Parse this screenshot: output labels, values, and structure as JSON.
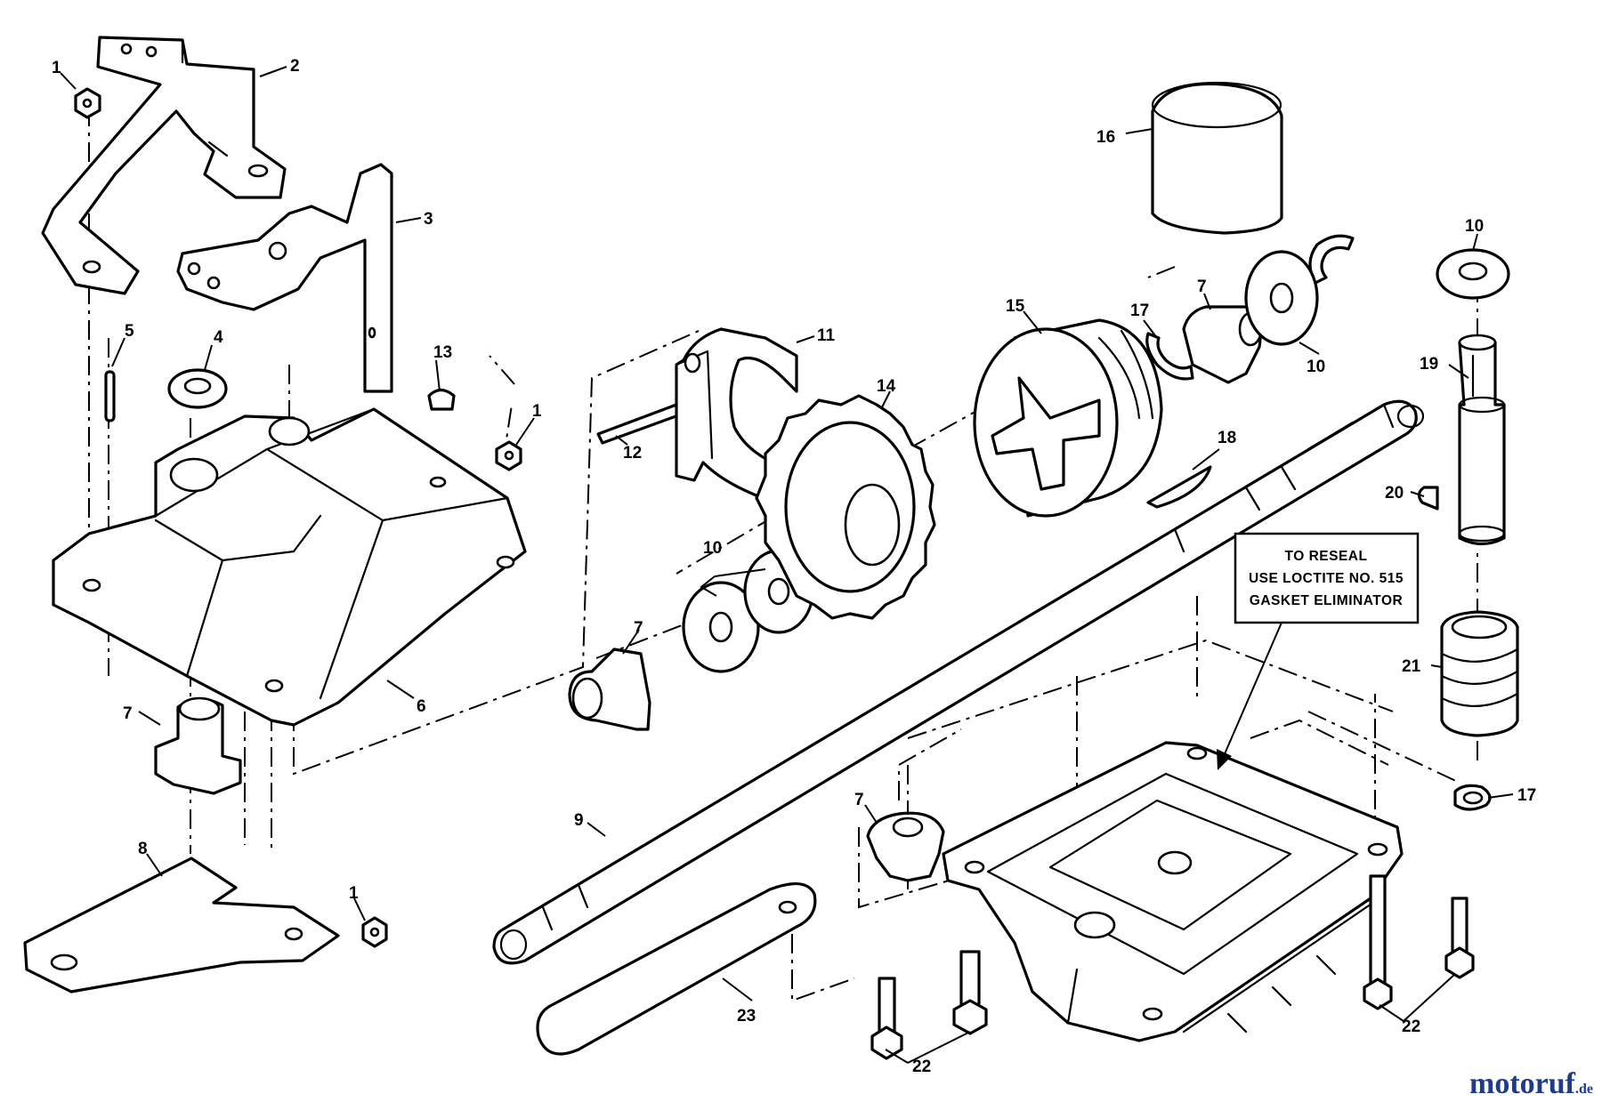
{
  "callouts": [
    {
      "id": "c1a",
      "text": "1"
    },
    {
      "id": "c2",
      "text": "2"
    },
    {
      "id": "c3",
      "text": "3"
    },
    {
      "id": "c4",
      "text": "4"
    },
    {
      "id": "c5",
      "text": "5"
    },
    {
      "id": "c13",
      "text": "13"
    },
    {
      "id": "c1b",
      "text": "1"
    },
    {
      "id": "c6",
      "text": "6"
    },
    {
      "id": "c7a",
      "text": "7"
    },
    {
      "id": "c8",
      "text": "8"
    },
    {
      "id": "c1c",
      "text": "1"
    },
    {
      "id": "c12",
      "text": "12"
    },
    {
      "id": "c11",
      "text": "11"
    },
    {
      "id": "c14",
      "text": "14"
    },
    {
      "id": "c10a",
      "text": "10"
    },
    {
      "id": "c7b",
      "text": "7"
    },
    {
      "id": "c9",
      "text": "9"
    },
    {
      "id": "c23",
      "text": "23"
    },
    {
      "id": "c16",
      "text": "16"
    },
    {
      "id": "c15",
      "text": "15"
    },
    {
      "id": "c17a",
      "text": "17"
    },
    {
      "id": "c7c",
      "text": "7"
    },
    {
      "id": "c10b",
      "text": "10"
    },
    {
      "id": "c18",
      "text": "18"
    },
    {
      "id": "c10c",
      "text": "10"
    },
    {
      "id": "c19",
      "text": "19"
    },
    {
      "id": "c20",
      "text": "20"
    },
    {
      "id": "c21",
      "text": "21"
    },
    {
      "id": "c17b",
      "text": "17"
    },
    {
      "id": "c7d",
      "text": "7"
    },
    {
      "id": "c22a",
      "text": "22"
    },
    {
      "id": "c22b",
      "text": "22"
    }
  ],
  "reseal_note": {
    "line1": "TO RESEAL",
    "line2": "USE LOCTITE NO. 515",
    "line3": "GASKET ELIMINATOR"
  },
  "watermark": {
    "brand": "motoruf",
    "suffix": ".de"
  }
}
